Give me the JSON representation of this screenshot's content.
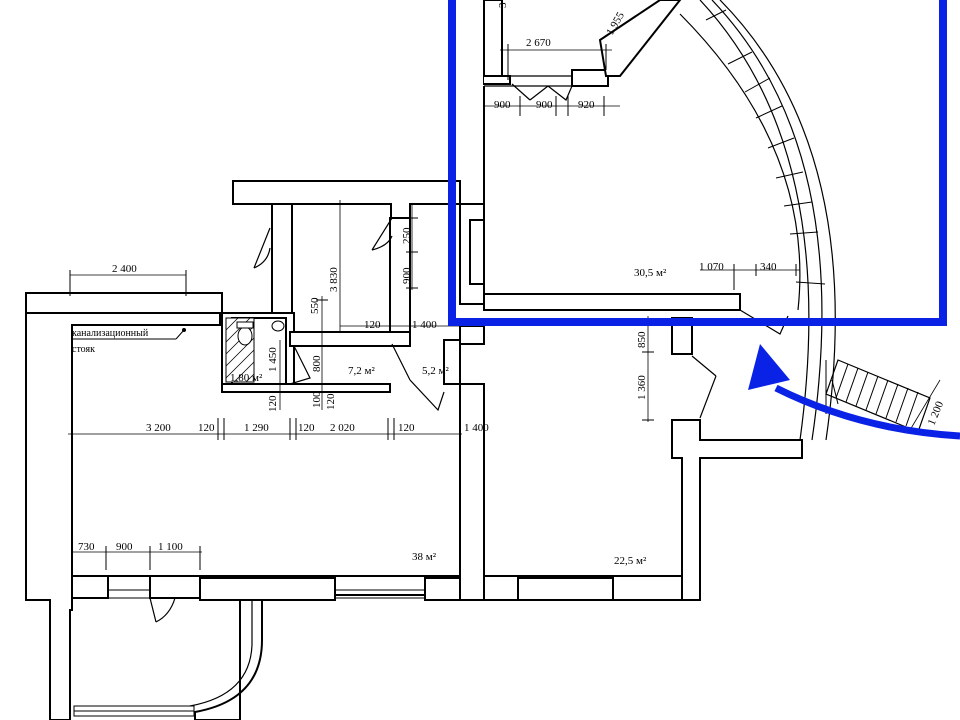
{
  "rooms": {
    "toilet": "1,80 м²",
    "small_room": "7,2 м²",
    "corridor": "5,2 м²",
    "main_hall": "38 м²",
    "room_right": "22,5 м²",
    "round_room": "30,5 м²"
  },
  "note": {
    "line1": "канализационный",
    "line2": "стояк"
  },
  "dims": {
    "d_2400": "2 400",
    "d_3200": "3 200",
    "d_120a": "120",
    "d_1290": "1 290",
    "d_120b": "120",
    "d_2020": "2 020",
    "d_120c": "120",
    "d_1400a": "1 400",
    "d_1400b": "1 400",
    "d_120d": "120",
    "d_730": "730",
    "d_900a": "900",
    "d_1100": "1 100",
    "d_3830": "3 830",
    "d_550": "550",
    "d_250": "250",
    "d_900b": "900",
    "d_1450": "1 450",
    "d_800": "800",
    "d_100": "100",
    "d_120e": "120",
    "d_120f": "120",
    "d_850": "850",
    "d_1360": "1 360",
    "d_2670": "2 670",
    "d_1955": "1 955",
    "d_900c": "900",
    "d_900d": "900",
    "d_920": "920",
    "d_1070": "1 070",
    "d_340": "340",
    "d_1200": "1 200",
    "d_3": "3"
  },
  "highlight": {
    "color": "#0a22e6"
  }
}
